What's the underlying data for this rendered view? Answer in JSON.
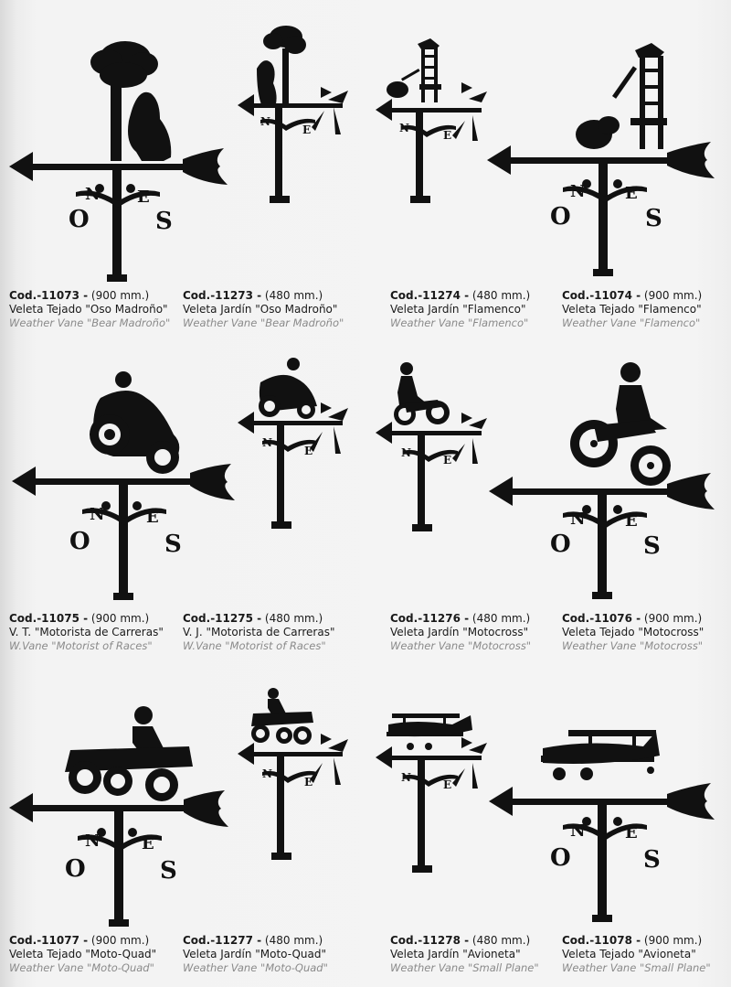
{
  "products": [
    {
      "code": "Cod.-11073 -",
      "size": "(900 mm.)",
      "name_es": "Veleta Tejado \"Oso Madroño\"",
      "name_en": "Weather Vane \"Bear Madroño\"",
      "figure": "bear-tree-icon"
    },
    {
      "code": "Cod.-11273 -",
      "size": "(480 mm.)",
      "name_es": "Veleta Jardín \"Oso Madroño\"",
      "name_en": "Weather Vane \"Bear Madroño\"",
      "figure": "bear-tree-icon"
    },
    {
      "code": "Cod.-11274 -",
      "size": "(480 mm.)",
      "name_es": "Veleta Jardín \"Flamenco\"",
      "name_en": "Weather Vane \"Flamenco\"",
      "figure": "guitar-chair-icon"
    },
    {
      "code": "Cod.-11074 -",
      "size": "(900 mm.)",
      "name_es": "Veleta Tejado \"Flamenco\"",
      "name_en": "Weather Vane \"Flamenco\"",
      "figure": "guitar-chair-icon"
    },
    {
      "code": "Cod.-11075 -",
      "size": "(900 mm.)",
      "name_es": "V. T. \"Motorista de Carreras\"",
      "name_en": "W.Vane \"Motorist of Races\"",
      "figure": "racing-motorbike-icon"
    },
    {
      "code": "Cod.-11275 -",
      "size": "(480 mm.)",
      "name_es": "V. J. \"Motorista de Carreras\"",
      "name_en": "W.Vane \"Motorist of Races\"",
      "figure": "racing-motorbike-icon"
    },
    {
      "code": "Cod.-11276 -",
      "size": "(480 mm.)",
      "name_es": "Veleta Jardín \"Motocross\"",
      "name_en": "Weather Vane \"Motocross\"",
      "figure": "motocross-icon"
    },
    {
      "code": "Cod.-11076 -",
      "size": "(900 mm.)",
      "name_es": "Veleta Tejado \"Motocross\"",
      "name_en": "Weather Vane \"Motocross\"",
      "figure": "motocross-icon"
    },
    {
      "code": "Cod.-11077 -",
      "size": "(900 mm.)",
      "name_es": "Veleta Tejado \"Moto-Quad\"",
      "name_en": "Weather Vane \"Moto-Quad\"",
      "figure": "quad-bike-icon"
    },
    {
      "code": "Cod.-11277 -",
      "size": "(480 mm.)",
      "name_es": "Veleta Jardín \"Moto-Quad\"",
      "name_en": "Weather Vane \"Moto-Quad\"",
      "figure": "quad-bike-icon"
    },
    {
      "code": "Cod.-11278 -",
      "size": "(480 mm.)",
      "name_es": "Veleta Jardín \"Avioneta\"",
      "name_en": "Weather Vane \"Small Plane\"",
      "figure": "biplane-icon"
    },
    {
      "code": "Cod.-11078 -",
      "size": "(900 mm.)",
      "name_es": "Veleta Tejado \"Avioneta\"",
      "name_en": "Weather Vane \"Small Plane\"",
      "figure": "biplane-icon"
    }
  ],
  "compass_letters": {
    "north": "N",
    "south": "S",
    "east": "E",
    "west": "O"
  }
}
